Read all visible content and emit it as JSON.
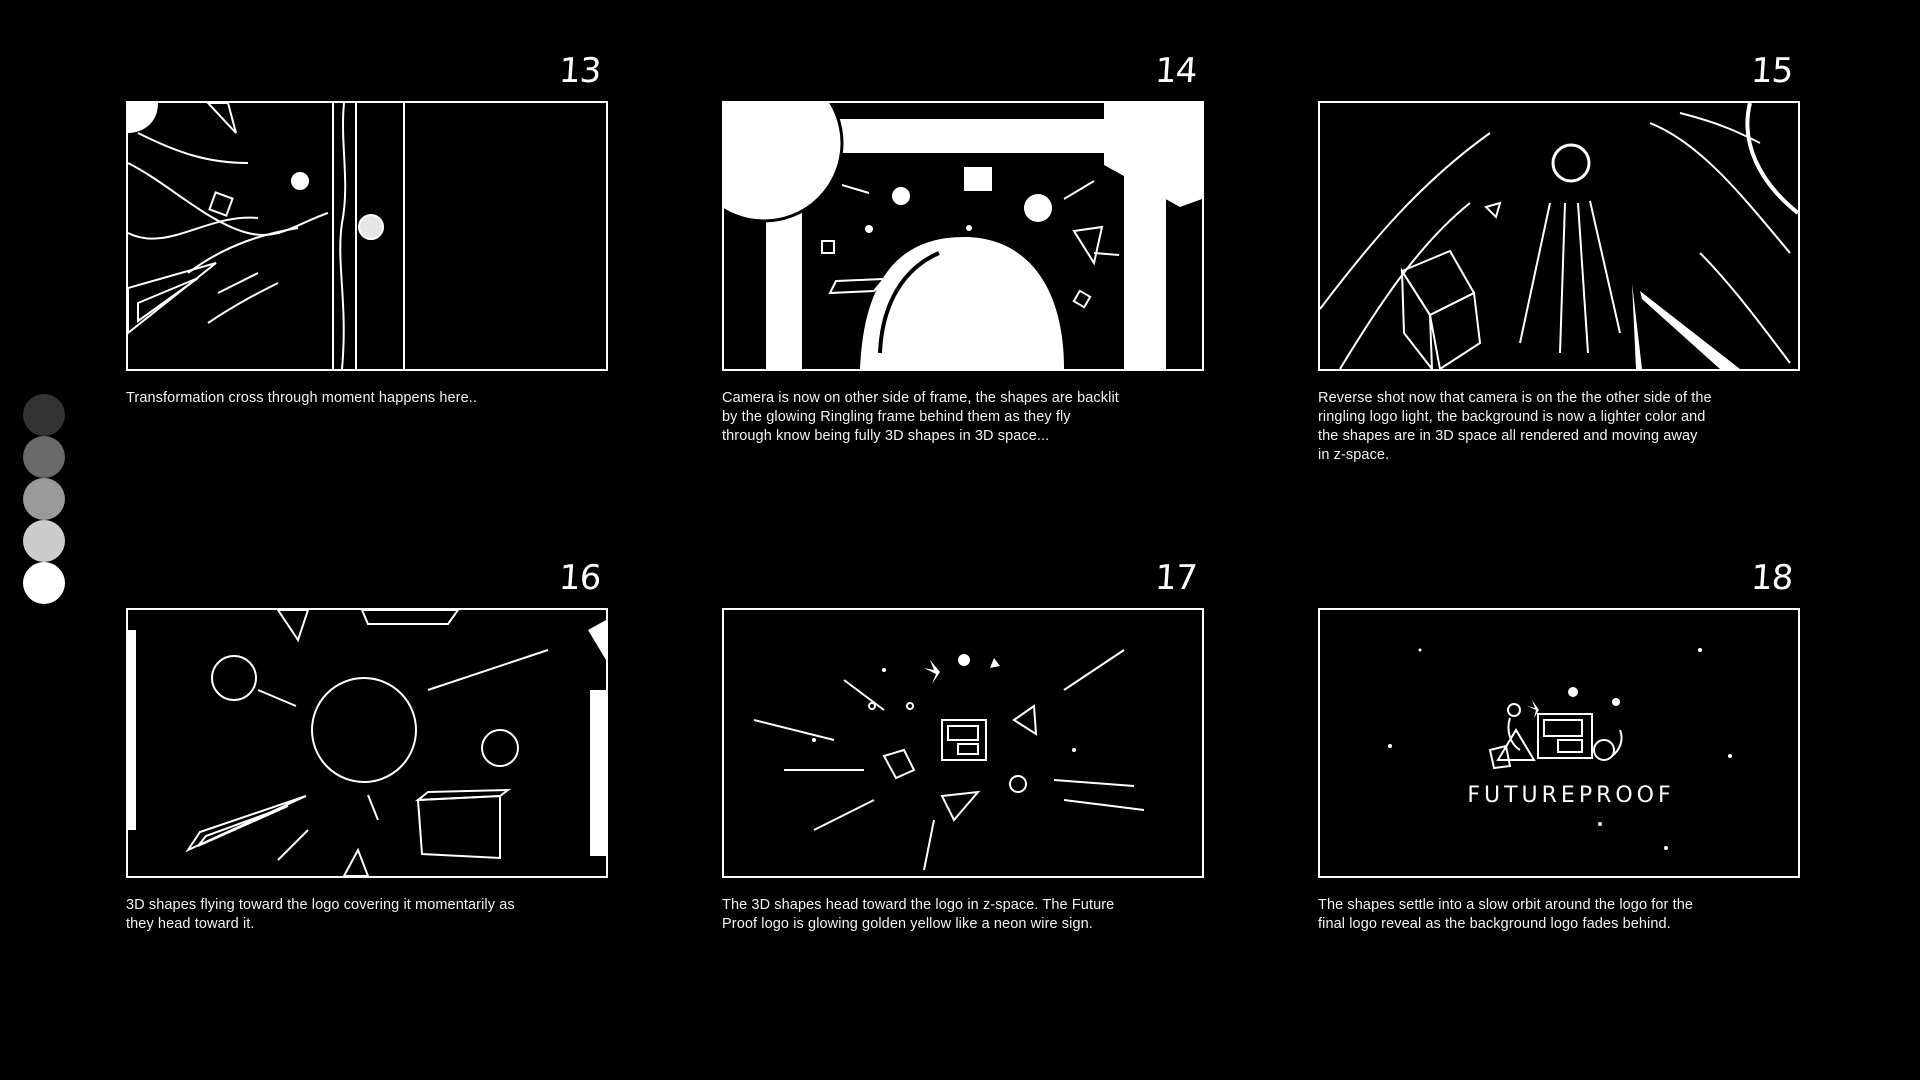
{
  "swatches": [
    "#333333",
    "#6a6a6a",
    "#9a9a9a",
    "#cccccc",
    "#ffffff"
  ],
  "panels": [
    {
      "number": "13",
      "caption": "Transformation cross through moment happens here.."
    },
    {
      "number": "14",
      "caption": "Camera is now on other side of frame, the  shapes are backlit\nby the glowing Ringling frame behind them as they fly\nthrough know being fully 3D shapes in 3D space..."
    },
    {
      "number": "15",
      "caption": "Reverse shot now that camera is on the the other side of the\nringling logo light, the background is now a lighter color and\nthe shapes are in 3D space all rendered and moving away\nin z-space."
    },
    {
      "number": "16",
      "caption": "3D shapes flying toward the logo covering it momentarily as\nthey head toward it."
    },
    {
      "number": "17",
      "caption": "The 3D shapes head toward the logo in z-space. The Future\nProof logo is glowing golden yellow like a neon wire sign."
    },
    {
      "number": "18",
      "caption": "The shapes settle into a slow orbit around the logo for the\nfinal logo reveal as the background logo fades behind.",
      "logo_text": "FUTUREPROOF"
    }
  ]
}
